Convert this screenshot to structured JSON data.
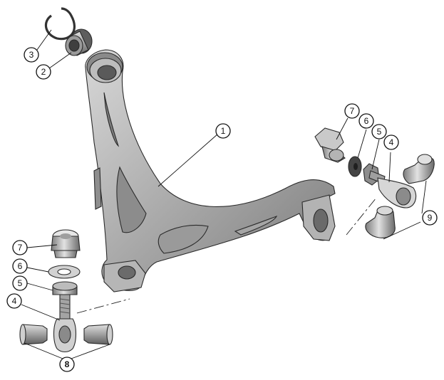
{
  "diagram": {
    "callouts": [
      {
        "id": "c1",
        "label": "1"
      },
      {
        "id": "c2",
        "label": "2"
      },
      {
        "id": "c3",
        "label": "3"
      },
      {
        "id": "c4a",
        "label": "4"
      },
      {
        "id": "c5a",
        "label": "5"
      },
      {
        "id": "c6a",
        "label": "6"
      },
      {
        "id": "c7a",
        "label": "7"
      },
      {
        "id": "c9",
        "label": "9"
      },
      {
        "id": "c4b",
        "label": "4"
      },
      {
        "id": "c5b",
        "label": "5"
      },
      {
        "id": "c6b",
        "label": "6"
      },
      {
        "id": "c7b",
        "label": "7"
      },
      {
        "id": "c8",
        "label": "8"
      }
    ]
  },
  "colors": {
    "line": "#111111",
    "metal_light": "#cfcfcf",
    "metal_mid": "#9c9c9c",
    "metal_dark": "#6e6e6e",
    "background": "#ffffff"
  }
}
